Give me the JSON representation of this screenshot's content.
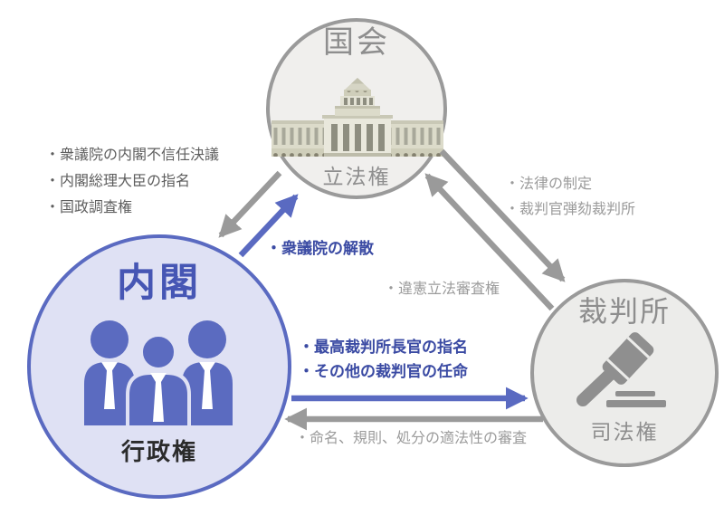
{
  "nodes": {
    "diet": {
      "title": "国会",
      "power": "立法権",
      "icon": "diet-building-icon"
    },
    "cabinet": {
      "title": "内閣",
      "power": "行政権",
      "icon": "cabinet-members-icon"
    },
    "court": {
      "title": "裁判所",
      "power": "司法権",
      "icon": "gavel-icon"
    }
  },
  "relations": {
    "diet_to_cabinet": {
      "direction": "diet→cabinet",
      "items": [
        "・衆議院の内閣不信任決議",
        "・内閣総理大臣の指名",
        "・国政調査権"
      ]
    },
    "cabinet_to_diet": {
      "direction": "cabinet→diet",
      "items": [
        "・衆議院の解散"
      ]
    },
    "diet_to_court": {
      "direction": "diet→court",
      "items": [
        "・法律の制定",
        "・裁判官弾劾裁判所"
      ]
    },
    "court_to_diet": {
      "direction": "court→diet",
      "items": [
        "・違憲立法審査権"
      ]
    },
    "cabinet_to_court": {
      "direction": "cabinet→court",
      "items": [
        "・最高裁判所長官の指名",
        "・その他の裁判官の任命"
      ]
    },
    "court_to_cabinet": {
      "direction": "court→cabinet",
      "items": [
        "・命名、規則、処分の適法性の審査"
      ]
    }
  },
  "colors": {
    "blue_accent": "#5a6ac1",
    "blue_fill": "#dfe1f4",
    "blue_text": "#3a4aa3",
    "gray_accent": "#9a9a9a",
    "gray_fill": "#f0efed",
    "dark_text": "#2b2b2b"
  }
}
